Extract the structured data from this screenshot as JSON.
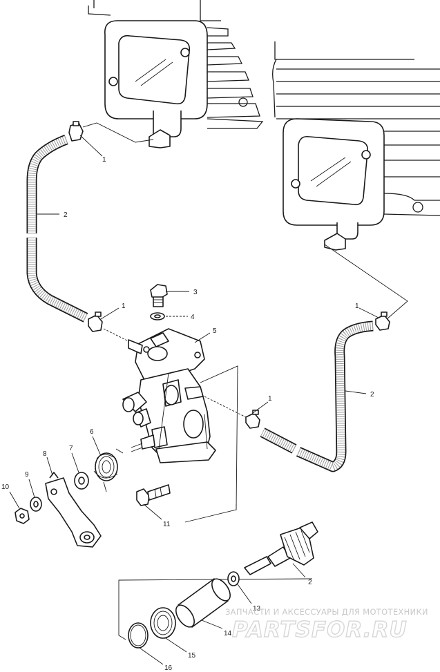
{
  "callouts": {
    "c1a": "1",
    "c2a": "2",
    "c3": "3",
    "c4": "4",
    "c5": "5",
    "c1b": "1",
    "c1c": "1",
    "c2b": "2",
    "c1d": "1",
    "c6": "6",
    "c7": "7",
    "c8": "8",
    "c9": "9",
    "c10": "10",
    "c11": "11",
    "c12": "2",
    "c13": "13",
    "c14": "14",
    "c15": "15",
    "c16": "16"
  },
  "watermark": {
    "tagline": "ЗАПЧАСТИ И АКСЕССУАРЫ ДЛЯ МОТОТЕХНИКИ",
    "brand": "PARTSFOR.RU"
  }
}
